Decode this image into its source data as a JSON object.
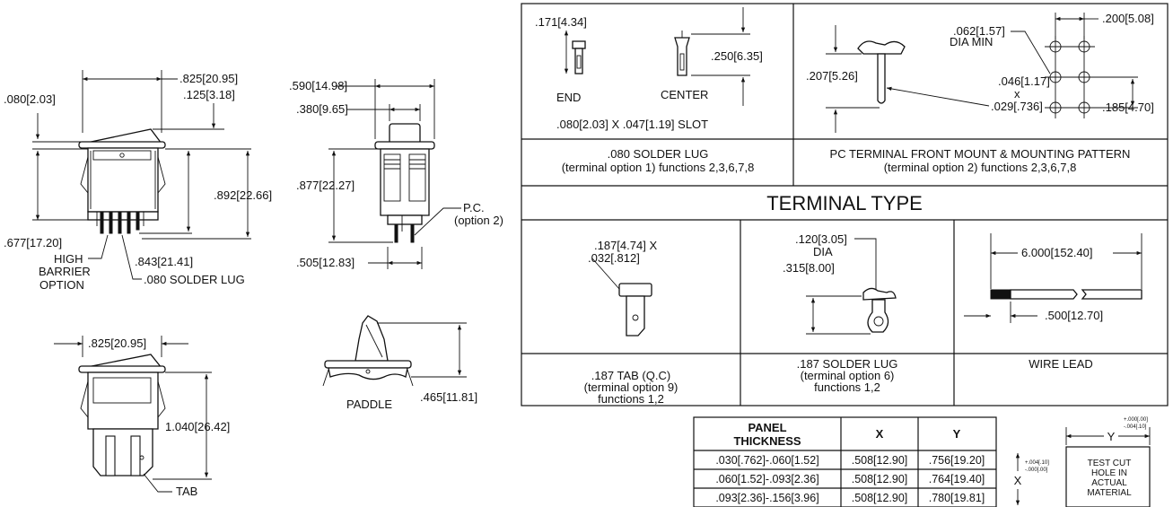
{
  "drawings": {
    "front": {
      "width_dim": ".825[20.95]",
      "rocker_dim": ".080[2.03]",
      "step_dim": ".125[3.18]",
      "height_dim": ".892[22.66]",
      "body_dim": ".677[17.20]",
      "lug_dim": ".843[21.41]",
      "barrier_label": [
        "HIGH",
        "BARRIER",
        "OPTION"
      ],
      "lug_label": ".080 SOLDER LUG"
    },
    "side": {
      "top_dim": ".590[14.98]",
      "inner_dim": ".380[9.65]",
      "height_dim": ".877[22.27]",
      "base_dim": ".505[12.83]",
      "pc_label": [
        "P.C.",
        "(option 2)"
      ]
    },
    "tab_view": {
      "width_dim": ".825[20.95]",
      "height_dim": "1.040[26.42]",
      "tab_label": "TAB"
    },
    "paddle": {
      "height_dim": ".465[11.81]",
      "label": "PADDLE"
    }
  },
  "terminal_table": {
    "title": "TERMINAL TYPE",
    "solder_lug": {
      "end_dim": ".171[4.34]",
      "center_dim": ".250[6.35]",
      "end_label": "END",
      "center_label": "CENTER",
      "slot_label": ".080[2.03] X .047[1.19] SLOT",
      "caption": [
        ".080 SOLDER LUG",
        "(terminal option 1) functions 2,3,6,7,8"
      ]
    },
    "pc_terminal": {
      "height_dim": ".207[5.26]",
      "hole_dim": [
        ".062[1.57]",
        "DIA MIN"
      ],
      "pin_dim": [
        ".046[1.17]",
        "x",
        ".029[.736]"
      ],
      "pitch_x": ".200[5.08]",
      "pitch_y": ".185[4.70]",
      "caption": [
        "PC TERMINAL FRONT MOUNT & MOUNTING PATTERN",
        "(terminal option 2)   functions 2,3,6,7,8"
      ]
    },
    "tab_qc": {
      "dim": [
        ".187[4.74] X",
        ".032[.812]"
      ],
      "caption": [
        ".187 TAB (Q.C)",
        "(terminal option 9)",
        "functions 1,2"
      ]
    },
    "solder_lug_6": {
      "hole_dim": [
        ".120[3.05]",
        "DIA"
      ],
      "height_dim": ".315[8.00]",
      "caption": [
        ".187 SOLDER  LUG",
        "(terminal option 6)",
        "functions 1,2"
      ]
    },
    "wire_lead": {
      "length_dim": "6.000[152.40]",
      "strip_dim": ".500[12.70]",
      "caption": "WIRE LEAD"
    }
  },
  "panel_table": {
    "headers": [
      "PANEL\nTHICKNESS",
      "X",
      "Y"
    ],
    "rows": [
      [
        ".030[.762]-.060[1.52]",
        ".508[12.90]",
        ".756[19.20]"
      ],
      [
        ".060[1.52]-.093[2.36]",
        ".508[12.90]",
        ".764[19.40]"
      ],
      [
        ".093[2.36]-.156[3.96]",
        ".508[12.90]",
        ".780[19.81]"
      ]
    ]
  },
  "cutout": {
    "y_label": "Y",
    "y_tol": [
      "+.000[.00]",
      "-.004[.10]"
    ],
    "x_label": "X",
    "x_tol": [
      "+.004[.10]",
      "-.000[.00]"
    ],
    "label": [
      "TEST CUT",
      "HOLE IN",
      "ACTUAL",
      "MATERIAL"
    ]
  }
}
